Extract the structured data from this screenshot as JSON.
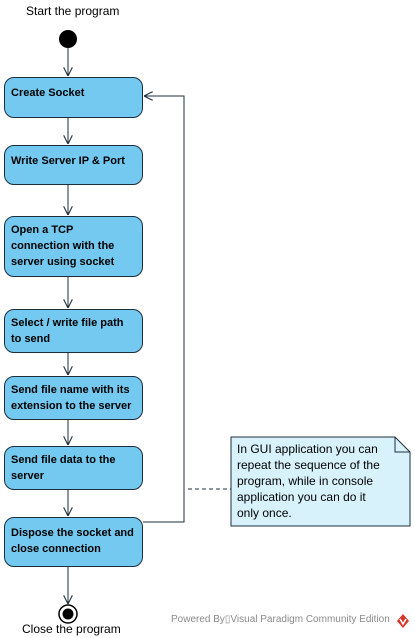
{
  "start_label": "Start the program",
  "end_label": "Close the program",
  "actions": [
    {
      "lines": [
        "Create Socket"
      ]
    },
    {
      "lines": [
        "Write Server IP & Port"
      ]
    },
    {
      "lines": [
        "Open a TCP",
        "connection with the",
        "server using socket"
      ]
    },
    {
      "lines": [
        "Select / write file path",
        "to send"
      ]
    },
    {
      "lines": [
        "Send file name with its",
        "extension to the server"
      ]
    },
    {
      "lines": [
        "Send file data to the",
        "server"
      ]
    },
    {
      "lines": [
        "Dispose the socket and",
        "close connection"
      ]
    }
  ],
  "note": {
    "lines": [
      "In GUI application you can",
      "repeat the sequence of the",
      "program, while in console",
      "application you can do it",
      "only once."
    ]
  },
  "footer": {
    "powered_by": "Powered By▯Visual Paradigm Community Edition"
  },
  "colors": {
    "action_fill": "#73c9f0",
    "note_fill": "#d8f2fc",
    "line": "#1c2e3c"
  }
}
